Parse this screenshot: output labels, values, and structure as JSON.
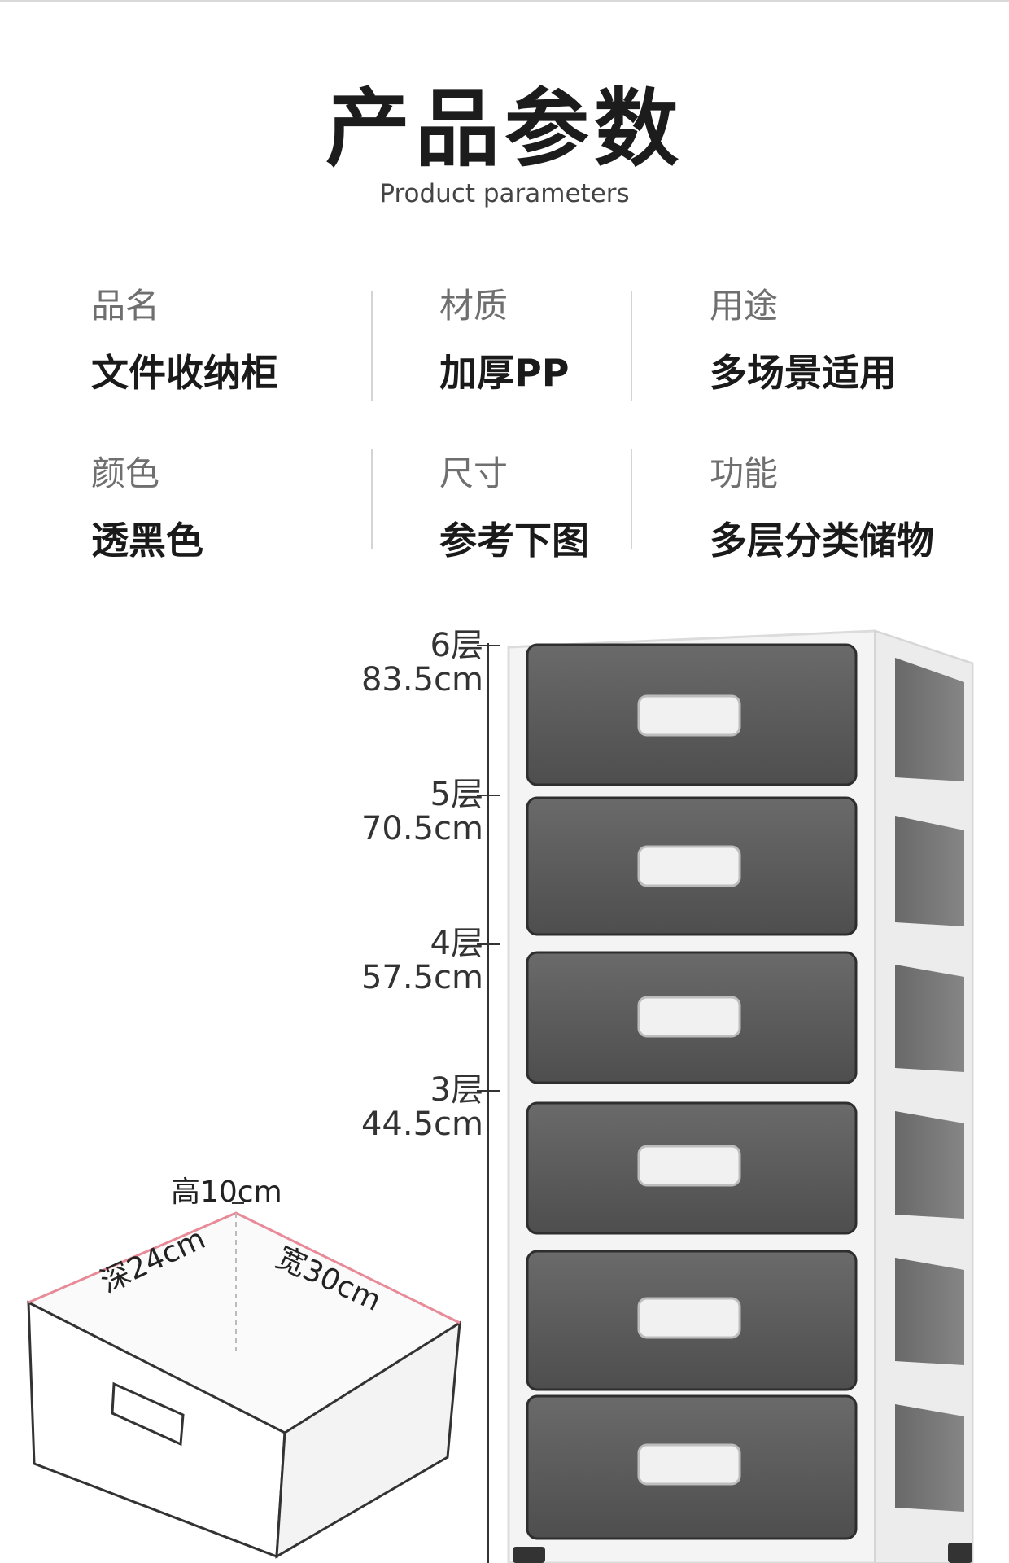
{
  "header": {
    "title": "产品参数",
    "subtitle": "Product parameters"
  },
  "params": [
    {
      "label": "品名",
      "value": "文件收纳柜"
    },
    {
      "label": "材质",
      "value": "加厚PP"
    },
    {
      "label": "用途",
      "value": "多场景适用"
    },
    {
      "label": "颜色",
      "value": "透黑色"
    },
    {
      "label": "尺寸",
      "value": "参考下图"
    },
    {
      "label": "功能",
      "value": "多层分类储物"
    }
  ],
  "tiers": [
    {
      "layer": "6层",
      "height": "83.5cm"
    },
    {
      "layer": "5层",
      "height": "70.5cm"
    },
    {
      "layer": "4层",
      "height": "57.5cm"
    },
    {
      "layer": "3层",
      "height": "44.5cm"
    }
  ],
  "drawer_dimensions": {
    "height": "高10cm",
    "depth": "深24cm",
    "width": "宽30cm"
  },
  "colors": {
    "drawer_tint": "#555555",
    "frame": "#f7f7f7",
    "dimension_line": "#e88a98"
  }
}
